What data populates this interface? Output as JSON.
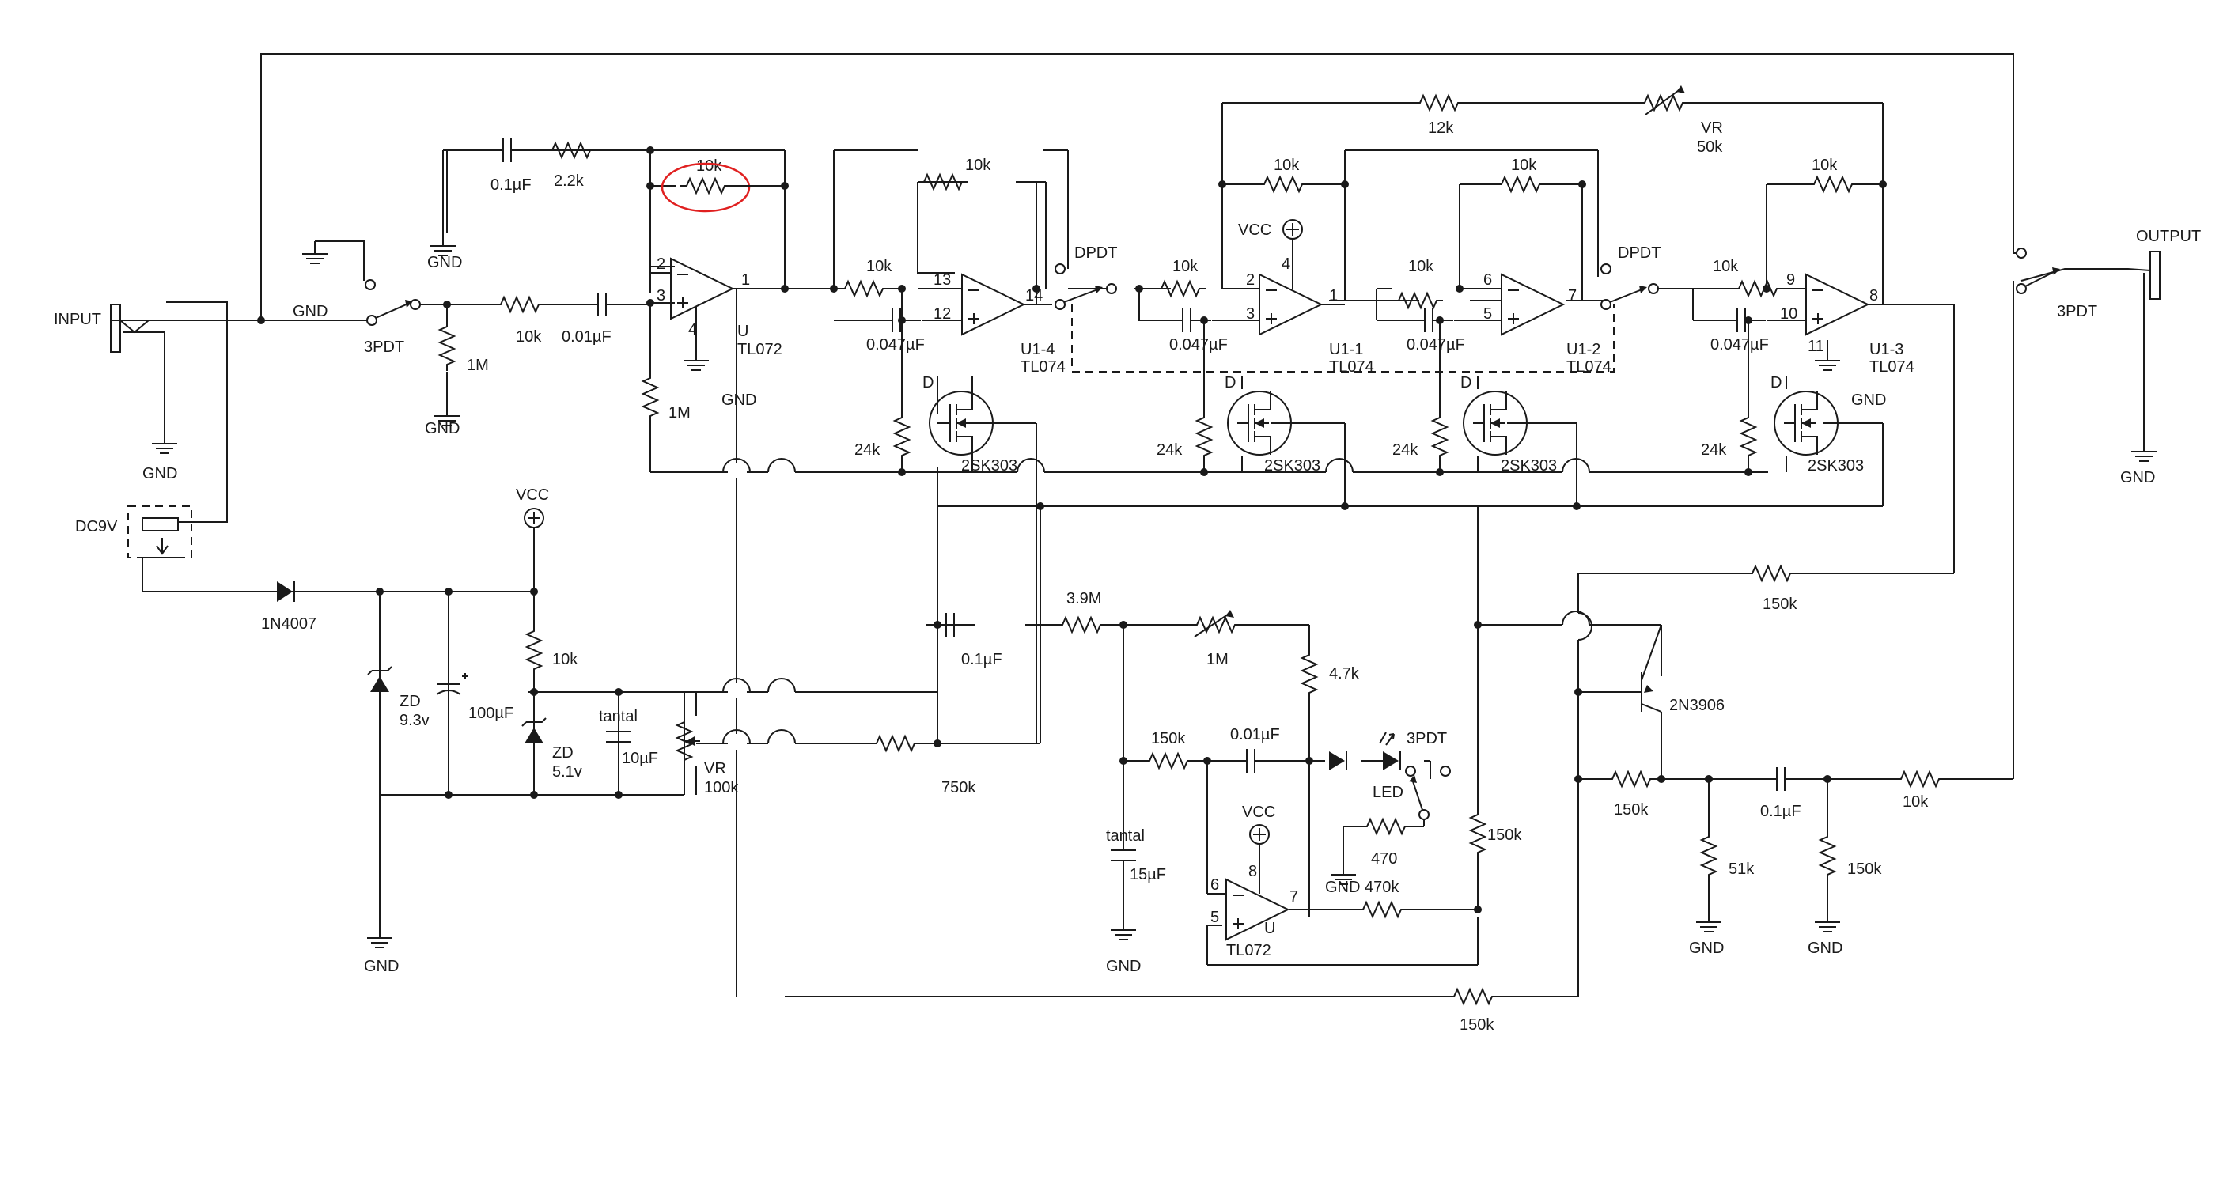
{
  "schematic": {
    "accent_color": "#e02020",
    "wire_color": "#1a1a1a",
    "labels": {
      "input": "INPUT",
      "output": "OUTPUT",
      "dc9v": "DC9V",
      "gnd": "GND",
      "vcc": "VCC",
      "c01u": "0.1µF",
      "r22k": "2.2k",
      "r10k": "10k",
      "c001u": "0.01µF",
      "r1m": "1M",
      "pdt3": "3PDT",
      "dpdt": "DPDT",
      "u1_name": "U",
      "u1_part": "TL072",
      "pin1": "1",
      "pin2": "2",
      "pin3": "3",
      "pin4": "4",
      "pin5": "5",
      "pin6": "6",
      "pin7": "7",
      "pin8": "8",
      "pin9": "9",
      "pin10": "10",
      "pin11": "11",
      "pin12": "12",
      "pin13": "13",
      "pin14": "14",
      "c0047u": "0.047µF",
      "r24k": "24k",
      "fet": "2SK303",
      "fet_d": "D",
      "u14": "U1-4",
      "u11": "U1-1",
      "u12": "U1-2",
      "u13": "U1-3",
      "tl074": "TL074",
      "r12k": "12k",
      "vr": "VR",
      "r50k": "50k",
      "d1n4007": "1N4007",
      "zd": "ZD",
      "zd93": "9.3v",
      "zd51": "5.1v",
      "c100u": "100µF",
      "tantal": "tantal",
      "c10u": "10µF",
      "r100k": "100k",
      "r39m": "3.9M",
      "r750k": "750k",
      "r47k": "4.7k",
      "r150k": "150k",
      "c15u": "15µF",
      "led": "LED",
      "r470": "470",
      "r470k": "470k",
      "q2n3906": "2N3906",
      "r51k": "51k"
    }
  }
}
